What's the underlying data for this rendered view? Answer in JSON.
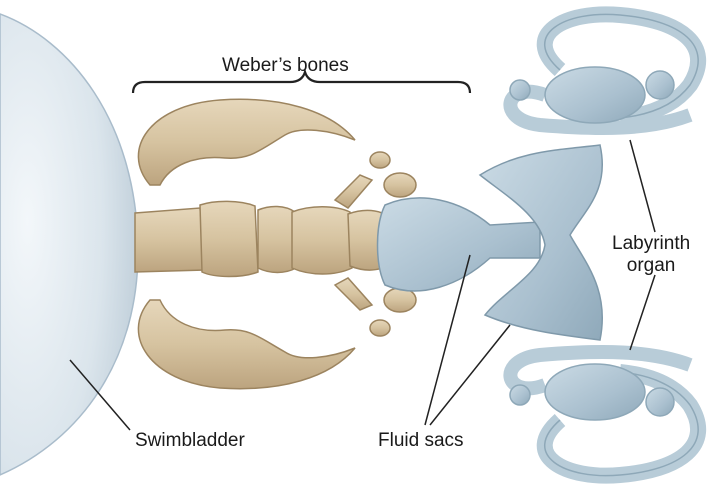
{
  "labels": {
    "webers_bones": "Weber’s bones",
    "labyrinth_line1": "Labyrinth",
    "labyrinth_line2": "organ",
    "swimbladder": "Swimbladder",
    "fluid_sacs": "Fluid sacs"
  },
  "colors": {
    "swimbladder": "#dde6ec",
    "bone": "#d8c6a6",
    "bone_shadow": "#b59d78",
    "labyrinth": "#b8ccd8",
    "labyrinth_shadow": "#8ea8b8",
    "leader_line": "#222222"
  }
}
